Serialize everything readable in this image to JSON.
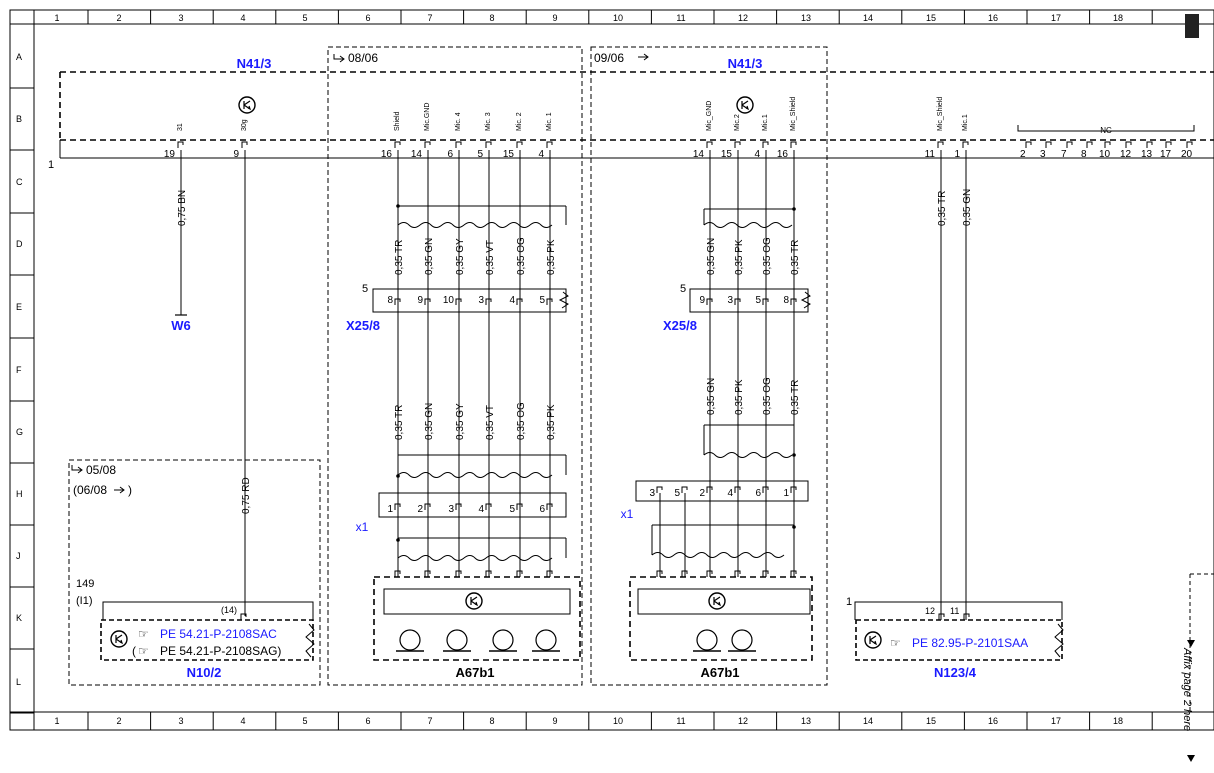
{
  "frame": {
    "columns": [
      "1",
      "2",
      "3",
      "4",
      "5",
      "6",
      "7",
      "8",
      "9",
      "10",
      "11",
      "12",
      "13",
      "14",
      "15",
      "16",
      "17",
      "18"
    ],
    "rows": [
      "A",
      "B",
      "C",
      "D",
      "E",
      "F",
      "G",
      "H",
      "J",
      "K",
      "L"
    ]
  },
  "colors": {
    "label_blue": "#1a1aff",
    "line": "#000000"
  },
  "components": {
    "n41_left": "N41/3",
    "n41_right": "N41/3",
    "w6": "W6",
    "x25_left": "X25/8",
    "x25_right": "X25/8",
    "n10": "N10/2",
    "a67_left": "A67b1",
    "a67_right": "A67b1",
    "n123": "N123/4",
    "x1_left": "x1",
    "x1_right": "x1"
  },
  "dates": {
    "from_0806": "08/06",
    "from_0906": "09/06",
    "from_0508": "05/08",
    "paren_0608": "(06/08"
  },
  "n41_pins": [
    {
      "name": "31",
      "num": "19"
    },
    {
      "name": "30g",
      "num": "9"
    },
    {
      "name": "Shield",
      "num": "16"
    },
    {
      "name": "Mic.GND",
      "num": "14"
    },
    {
      "name": "Mic. 4",
      "num": "6"
    },
    {
      "name": "Mic. 3",
      "num": "5"
    },
    {
      "name": "Mic. 2",
      "num": "15"
    },
    {
      "name": "Mic. 1",
      "num": "4"
    },
    {
      "name": "Mic_GND",
      "num": "14"
    },
    {
      "name": "Mic.2",
      "num": "15"
    },
    {
      "name": "Mic.1",
      "num": "4"
    },
    {
      "name": "Mic_Shield",
      "num": "16"
    },
    {
      "name": "Mic_Shield",
      "num": "11"
    },
    {
      "name": "Mic.1",
      "num": "1"
    }
  ],
  "nc_label": "NC",
  "nc_pins": [
    "2",
    "3",
    "7",
    "8",
    "10",
    "12",
    "13",
    "17",
    "20"
  ],
  "one_label": "1",
  "wires_left_top": [
    "0,35 TR",
    "0,35 GN",
    "0,35 GY",
    "0,35 VT",
    "0,35 OG",
    "0,35 PK"
  ],
  "wires_left_bottom": [
    "0,35 TR",
    "0,35 GN",
    "0,35 GY",
    "0,35 VT",
    "0,35 OG",
    "0,35 PK"
  ],
  "wires_right_top": [
    "0,35 GN",
    "0,35 PK",
    "0,35 OG",
    "0,35 TR"
  ],
  "wires_right_bottom": [
    "0,35 GN",
    "0,35 PK",
    "0,35 OG",
    "0,35 TR"
  ],
  "wire_bn": "0,75 BN",
  "wire_rd": "0,75 RD",
  "wire_tr_n123": "0,35 TR",
  "wire_gn_n123": "0,35 GN",
  "x25_left_pins": [
    "8",
    "9",
    "10",
    "3",
    "4",
    "5"
  ],
  "x25_left_count": "5",
  "x25_right_pins": [
    "9",
    "3",
    "5",
    "8"
  ],
  "x25_right_count": "5",
  "x1_left_pins": [
    "1",
    "2",
    "3",
    "4",
    "5",
    "6"
  ],
  "x1_right_pins": [
    "3",
    "5",
    "2",
    "4",
    "6",
    "1"
  ],
  "n10_block": {
    "ref1": "149",
    "ref2": "(I1)",
    "pin": "(14)",
    "pe1": "PE 54.21-P-2108SAC",
    "pe2": "PE 54.21-P-2108SAG)",
    "paren_open": "("
  },
  "n123_block": {
    "one": "1",
    "pin12": "12",
    "pin11": "11",
    "pe": "PE 82.95-P-2101SAA"
  },
  "affix": "Affix page 2 here"
}
